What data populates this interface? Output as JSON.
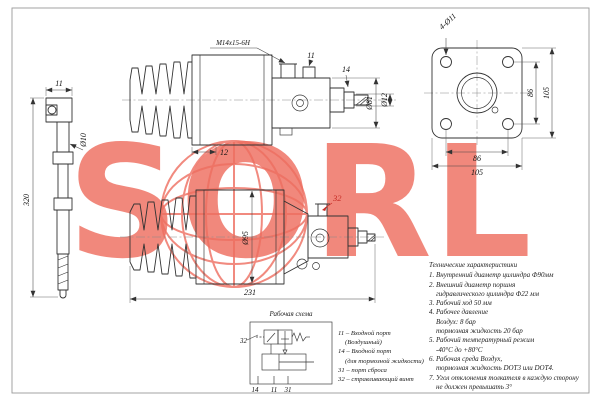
{
  "watermark": {
    "text": "SORL",
    "color": "#ee6e60"
  },
  "rod_view": {
    "dim_11": "11",
    "dia_10": "Ø10",
    "dim_320": "320"
  },
  "top_view": {
    "thread": "M14x15-6H",
    "port_11": "11",
    "port_14": "14",
    "dia_81": "Ø81",
    "dia_12": "Ø12",
    "dim_12": "12"
  },
  "flange_view": {
    "holes": "4-Ø11",
    "dim_86_v": "86",
    "dim_105_v": "105",
    "dim_86_h": "86",
    "dim_105_h": "105"
  },
  "main_view": {
    "dia_95": "Ø95",
    "bleed_32": "32",
    "dim_231": "231"
  },
  "schema": {
    "title": "Рабочая схема",
    "label_32": "32",
    "port_14": "14",
    "port_11": "11",
    "port_31": "31"
  },
  "legend": {
    "lines": [
      "11 – Входной порт",
      "(Воздушный)",
      "14 – Входной порт",
      "(для тормозной жидкости)",
      "31 – порт сброса",
      "32 – стравливающий винт"
    ]
  },
  "specs": {
    "title": "Технические характеристики",
    "lines": [
      "1. Внутренний диаметр цилиндра Ф90мм",
      "2. Внешний диаметр поршня",
      "гидравлического цилиндра Ф22 мм",
      "3. Рабочий ход 50 мм",
      "4. Рабочее давление",
      "Воздух: 8 бар",
      "тормозная жидкость 20 бар",
      "5. Рабочий температурный режим",
      "-40°С до +80°С",
      "6. Рабочая среда Воздух,",
      "тормозная жидкость DOT3 или DOT4.",
      "7. Угол отклонения толкателя в каждую сторону",
      "не должен превышать 3°"
    ]
  }
}
